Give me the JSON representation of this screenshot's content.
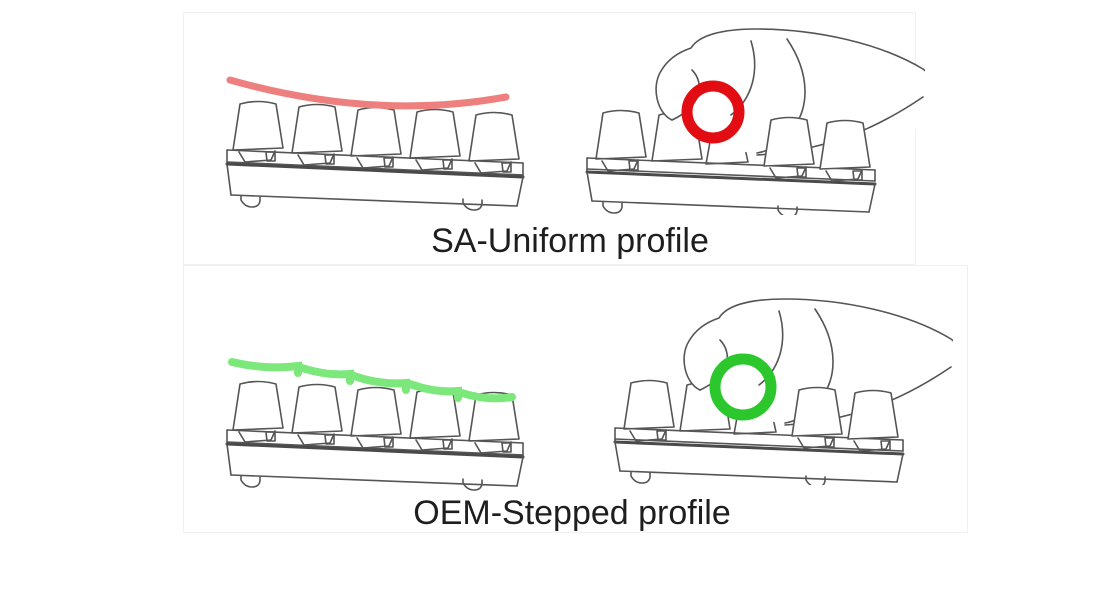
{
  "page": {
    "background": "#ffffff"
  },
  "figures": [
    {
      "id": "sa-uniform",
      "caption": "SA-Uniform profile",
      "highlight_color": "#ee7f7f",
      "ring_color": "#e20d12"
    },
    {
      "id": "oem-stepped",
      "caption": "OEM-Stepped profile",
      "highlight_color": "#7ce87c",
      "ring_color": "#2cc72c"
    }
  ],
  "colors": {
    "line": "#555555",
    "text": "#1e1e1e",
    "panel_border": "#f0f0f0"
  }
}
